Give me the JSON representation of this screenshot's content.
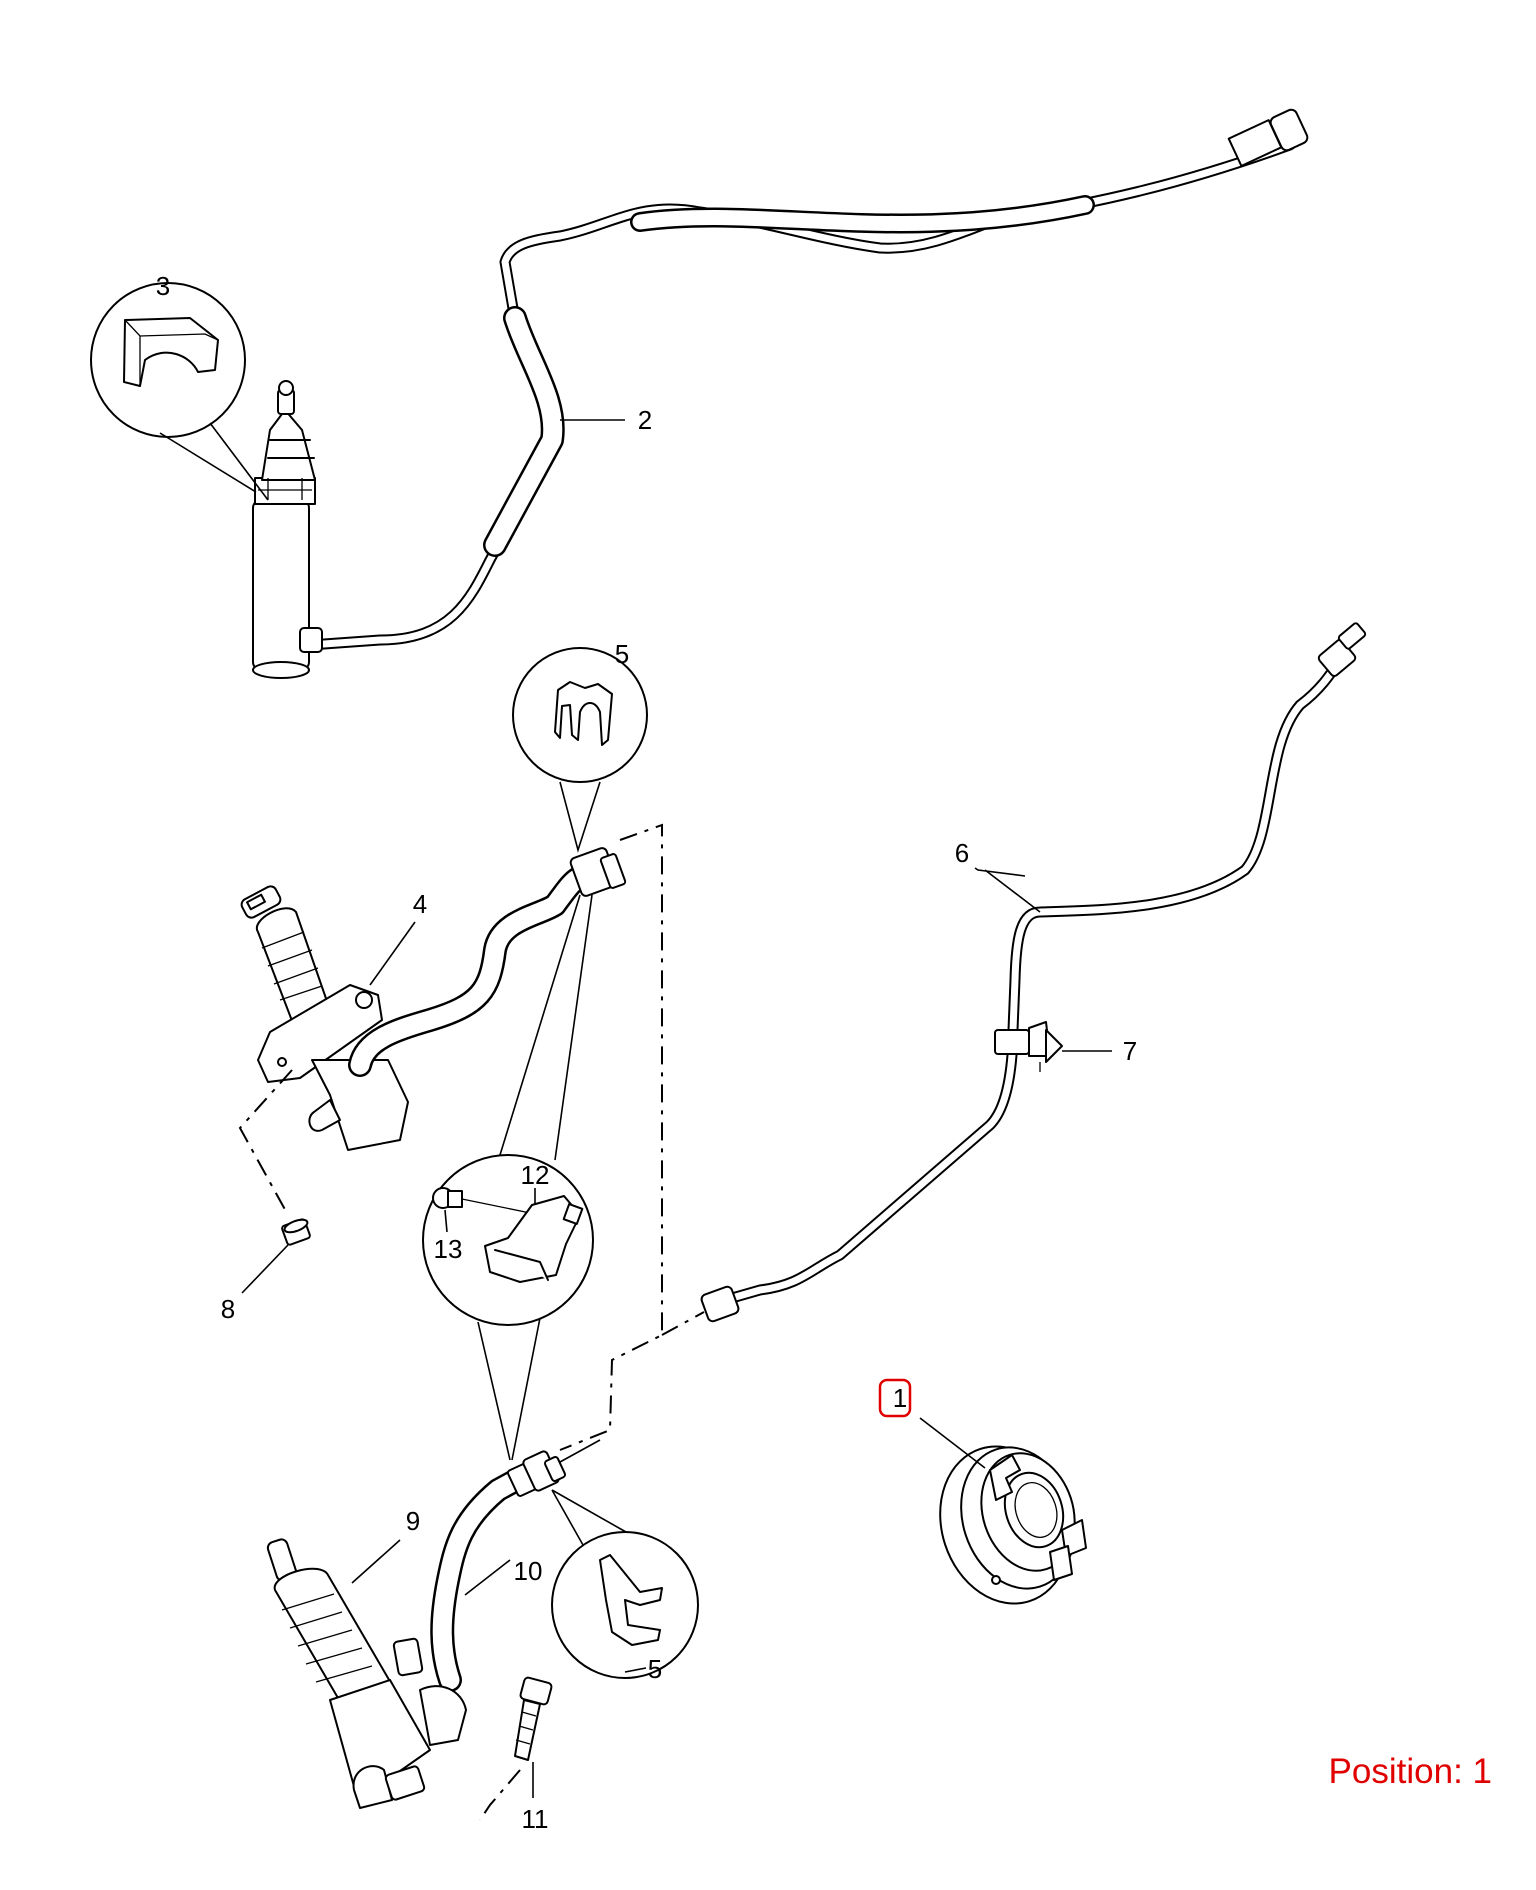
{
  "callouts": {
    "c1": "1",
    "c2": "2",
    "c3": "3",
    "c4": "4",
    "c5a": "5",
    "c5b": "5",
    "c6": "6",
    "c7": "7",
    "c8": "8",
    "c9": "9",
    "c10": "10",
    "c11": "11",
    "c12": "12",
    "c13": "13"
  },
  "selected_callout": "1",
  "position": {
    "label": "Position:",
    "value": "1"
  },
  "colors": {
    "marker": "#e00000",
    "line": "#000000",
    "background": "#ffffff"
  }
}
